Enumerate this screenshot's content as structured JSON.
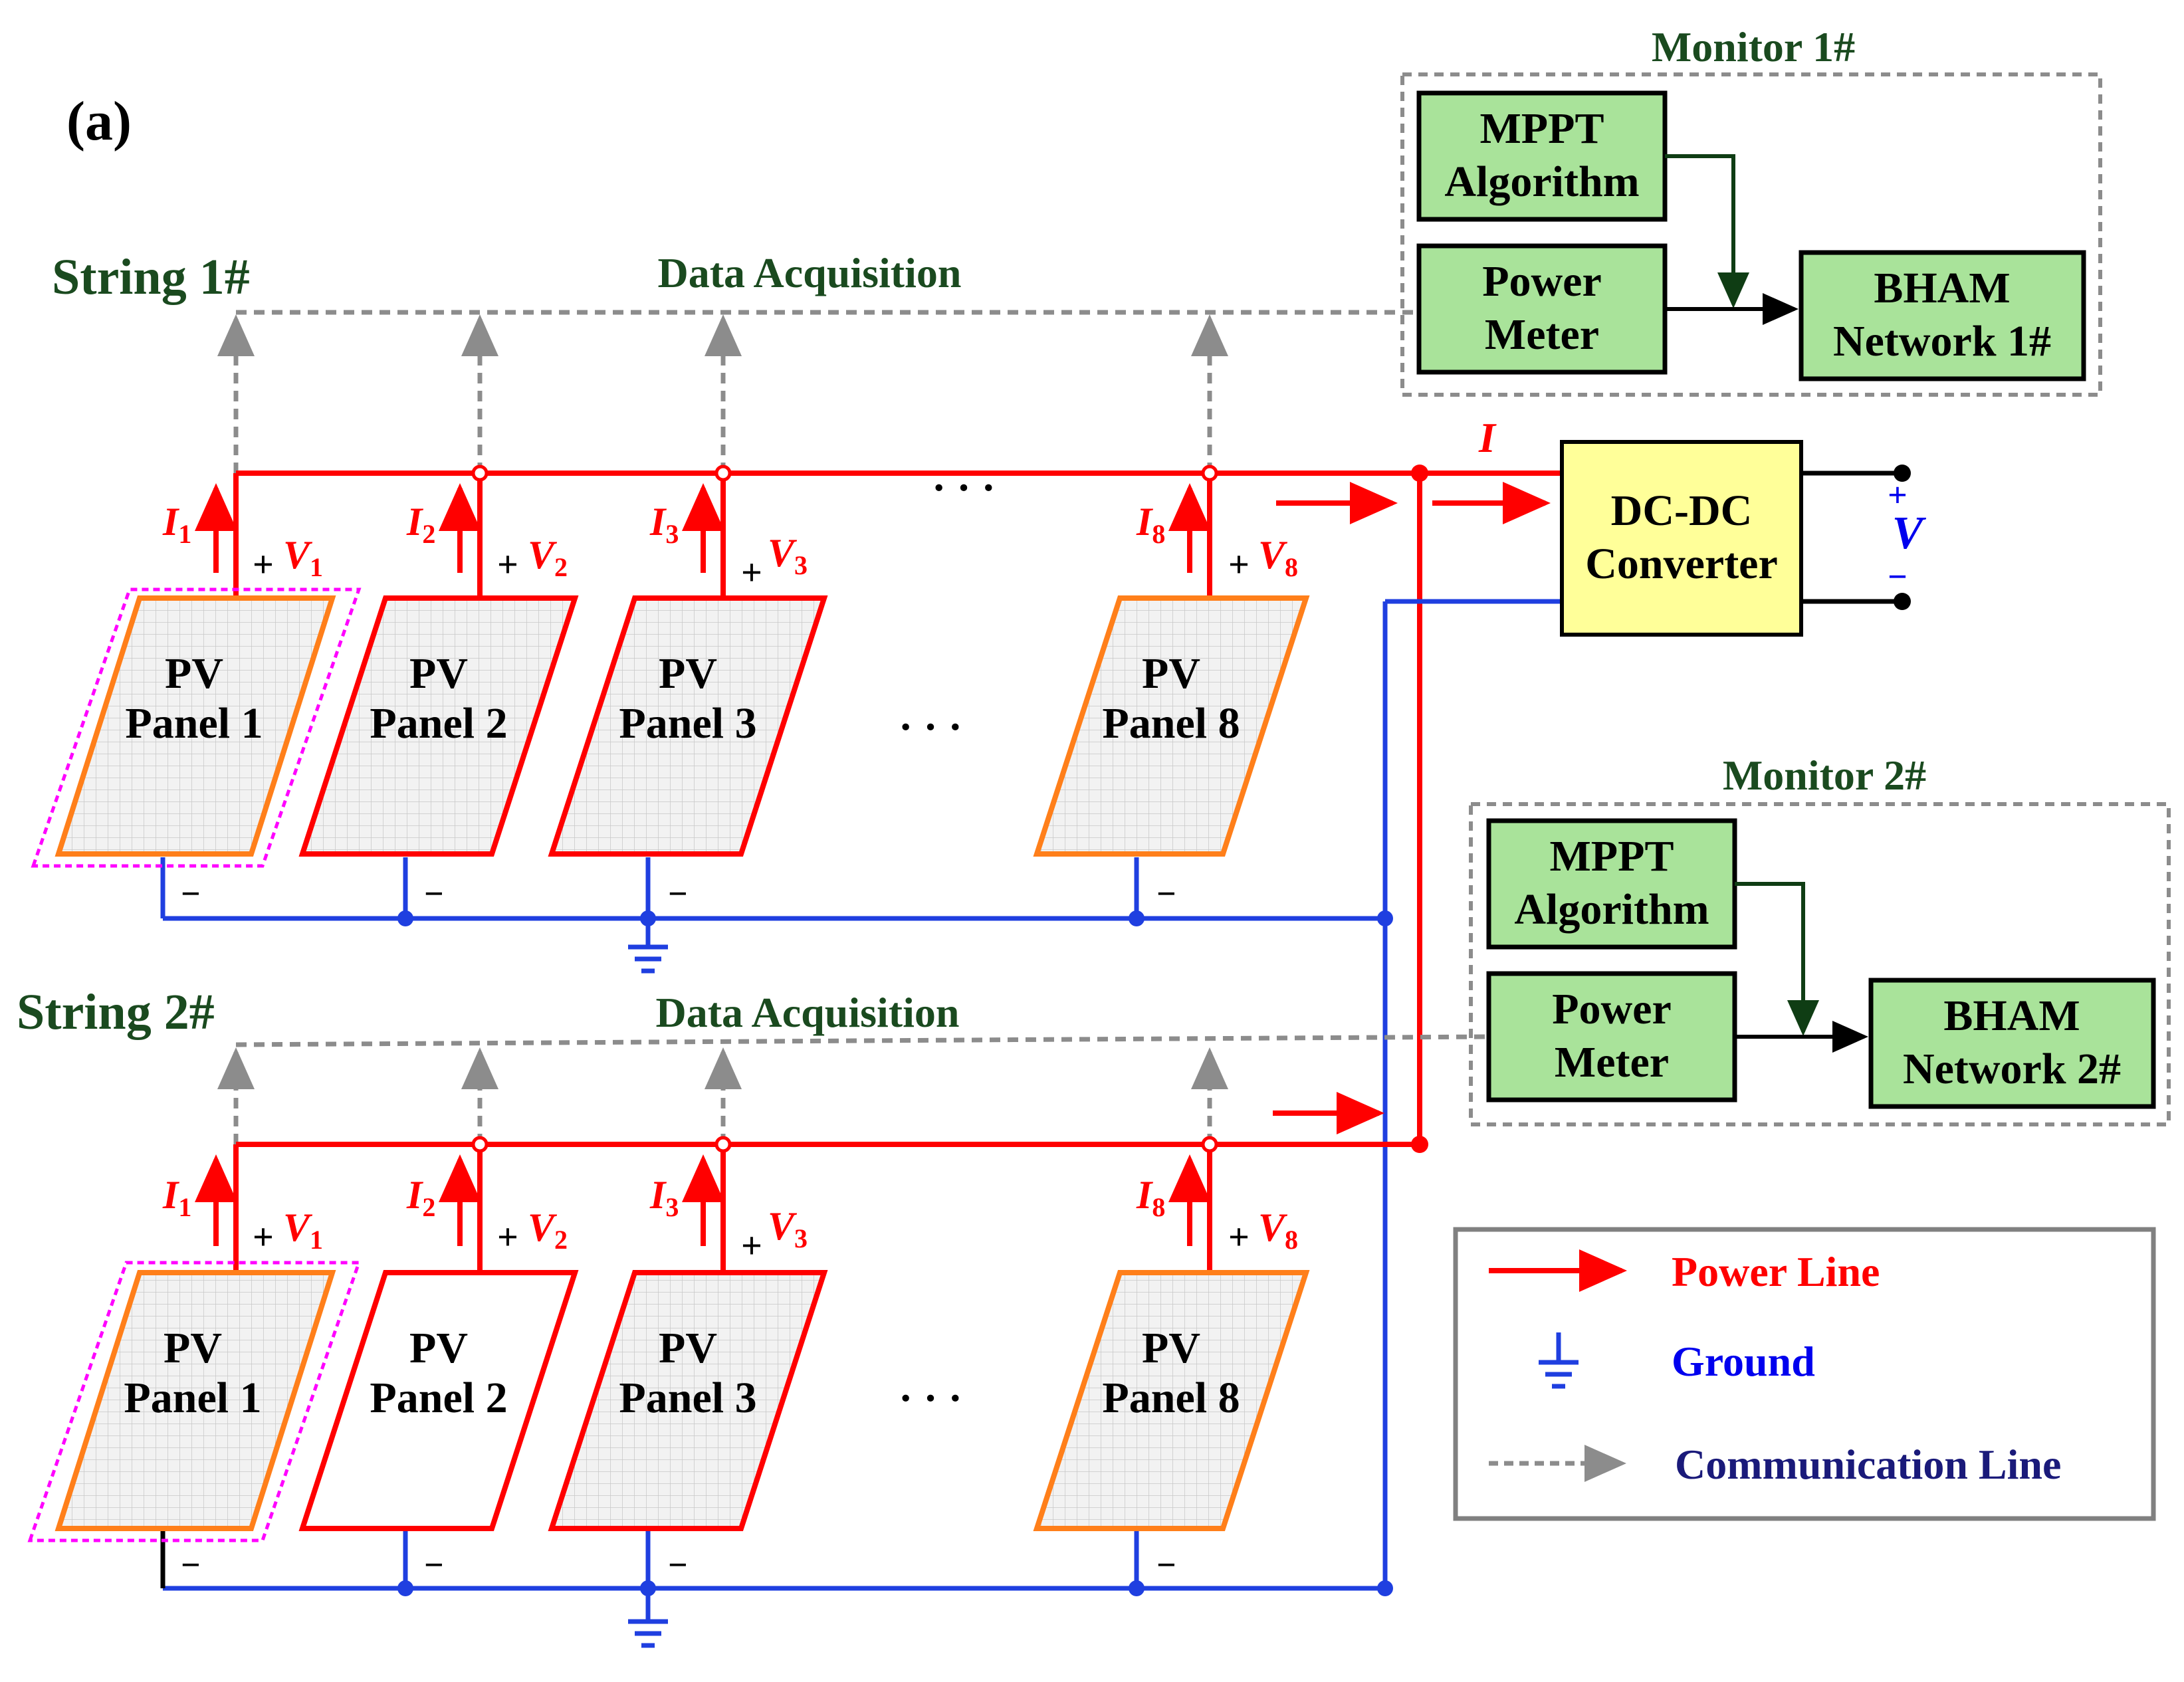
{
  "figure_label": "(a)",
  "colors": {
    "power_line": "#ff0000",
    "ground": "#1f3fe0",
    "communication": "#8c8c8c",
    "label_green": "#1a4a1f",
    "block_fill": "#a9e39a",
    "converter_fill": "#ffff99",
    "panel_orange": "#ff7f1a",
    "panel_red": "#ff0000",
    "selection_magenta": "#ff00ff"
  },
  "strings": [
    {
      "title": "String 1#",
      "data_acquisition": "Data Acquisition",
      "ellipsis_top": "· · ·",
      "ellipsis_mid": "· · ·",
      "panels": [
        {
          "line1": "PV",
          "line2": "Panel 1",
          "current": "I",
          "current_sub": "1",
          "voltage": "V",
          "voltage_sub": "1",
          "plus": "+",
          "minus": "−",
          "frame": "orange",
          "shaded": true,
          "selected": true
        },
        {
          "line1": "PV",
          "line2": "Panel 2",
          "current": "I",
          "current_sub": "2",
          "voltage": "V",
          "voltage_sub": "2",
          "plus": "+",
          "minus": "−",
          "frame": "red",
          "shaded": true,
          "selected": false
        },
        {
          "line1": "PV",
          "line2": "Panel 3",
          "current": "I",
          "current_sub": "3",
          "voltage": "V",
          "voltage_sub": "3",
          "plus": "+",
          "minus": "−",
          "frame": "red",
          "shaded": true,
          "selected": false
        },
        {
          "line1": "PV",
          "line2": "Panel 8",
          "current": "I",
          "current_sub": "8",
          "voltage": "V",
          "voltage_sub": "8",
          "plus": "+",
          "minus": "−",
          "frame": "orange",
          "shaded": true,
          "selected": false
        }
      ]
    },
    {
      "title": "String 2#",
      "data_acquisition": "Data Acquisition",
      "ellipsis_mid": "· · ·",
      "panels": [
        {
          "line1": "PV",
          "line2": "Panel 1",
          "current": "I",
          "current_sub": "1",
          "voltage": "V",
          "voltage_sub": "1",
          "plus": "+",
          "minus": "−",
          "frame": "orange",
          "shaded": true,
          "selected": true
        },
        {
          "line1": "PV",
          "line2": "Panel 2",
          "current": "I",
          "current_sub": "2",
          "voltage": "V",
          "voltage_sub": "2",
          "plus": "+",
          "minus": "−",
          "frame": "red",
          "shaded": false,
          "selected": false
        },
        {
          "line1": "PV",
          "line2": "Panel 3",
          "current": "I",
          "current_sub": "3",
          "voltage": "V",
          "voltage_sub": "3",
          "plus": "+",
          "minus": "−",
          "frame": "red",
          "shaded": true,
          "selected": false
        },
        {
          "line1": "PV",
          "line2": "Panel 8",
          "current": "I",
          "current_sub": "8",
          "voltage": "V",
          "voltage_sub": "8",
          "plus": "+",
          "minus": "−",
          "frame": "orange",
          "shaded": true,
          "selected": false
        }
      ]
    }
  ],
  "monitors": [
    {
      "title": "Monitor 1#",
      "mppt_line1": "MPPT",
      "mppt_line2": "Algorithm",
      "meter_line1": "Power",
      "meter_line2": "Meter",
      "bham_line1": "BHAM",
      "bham_line2": "Network 1#"
    },
    {
      "title": "Monitor 2#",
      "mppt_line1": "MPPT",
      "mppt_line2": "Algorithm",
      "meter_line1": "Power",
      "meter_line2": "Meter",
      "bham_line1": "BHAM",
      "bham_line2": "Network 2#"
    }
  ],
  "converter": {
    "line1": "DC-DC",
    "line2": "Converter",
    "current": "I",
    "output_voltage": "V",
    "plus": "+",
    "minus": "−"
  },
  "legend": {
    "power_line": "Power Line",
    "ground": "Ground",
    "communication_line": "Communication Line"
  }
}
